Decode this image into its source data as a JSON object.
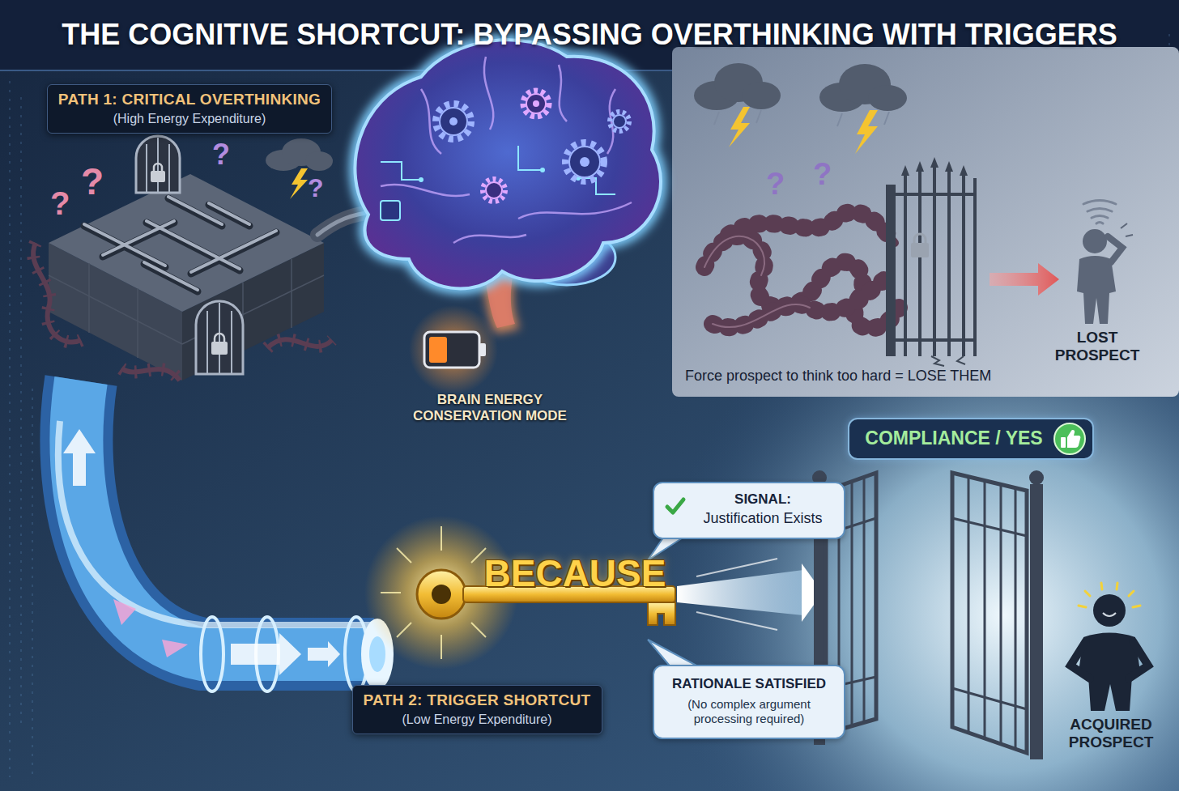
{
  "diagram": {
    "title": "THE COGNITIVE SHORTCUT: BYPASSING OVERTHINKING WITH TRIGGERS",
    "nodes": [
      {
        "text": [
          "PATH 1: CRITICAL OVERTHINKING",
          "(High Energy Expenditure)"
        ]
      },
      {
        "text": [
          "Force prospect to think too hard = LOSE THEM"
        ]
      },
      {
        "text": [
          "COMPLIANCE / YES"
        ]
      },
      {
        "text": [
          "SIGNAL:",
          "Justification Exists"
        ]
      },
      {
        "text": [
          "RATIONALE SATISFIED",
          "(No complex argument processing required)"
        ]
      },
      {
        "text": [
          "PATH 2: TRIGGER SHORTCUT",
          "(Low Energy Expenditure)"
        ]
      }
    ],
    "labels": [
      "?",
      "?",
      "?",
      "?",
      "?",
      "?",
      "BRAIN ENERGY CONSERVATION MODE",
      "LOST PROSPECT",
      "BECAUSE",
      "ACQUIRED PROSPECT"
    ]
  }
}
